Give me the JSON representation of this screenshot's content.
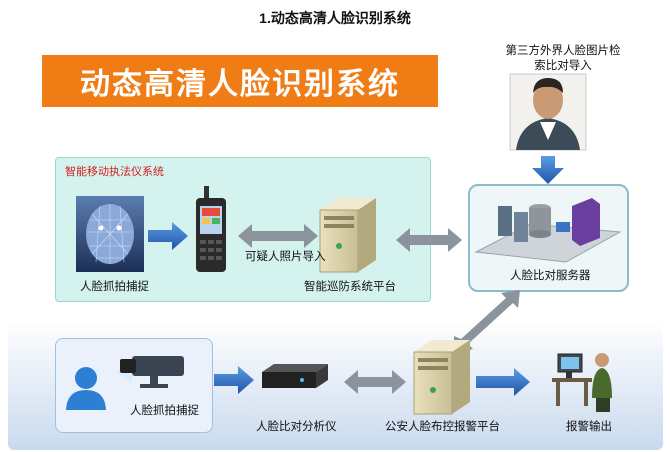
{
  "caption": "1.动态高清人脸识别系统",
  "title": "动态高清人脸识别系统",
  "third_party": {
    "line1": "第三方外界人脸图片检",
    "line2": "索比对导入"
  },
  "mobile_section": {
    "title": "智能移动执法仪系统"
  },
  "labels": {
    "face_capture_top": "人脸抓拍捕捉",
    "suspect_import": "可疑人照片导入",
    "patrol_platform": "智能巡防系统平台",
    "compare_server": "人脸比对服务器",
    "face_capture_bottom": "人脸抓拍捕捉",
    "analyzer": "人脸比对分析仪",
    "alarm_platform": "公安人脸布控报警平台",
    "alarm_output": "报警输出"
  },
  "colors": {
    "title_bg": "#f07c16",
    "arrow_blue": "#2f6cc0",
    "arrow_gray": "#8b949c",
    "red_text": "#d31f1f"
  },
  "icons": [
    "face-scan-icon",
    "police-radio-icon",
    "server-tower-icon",
    "portrait-photo-icon",
    "database-servers-icon",
    "user-silhouette-icon",
    "cctv-camera-icon",
    "analyzer-box-icon",
    "operator-workstation-icon"
  ]
}
